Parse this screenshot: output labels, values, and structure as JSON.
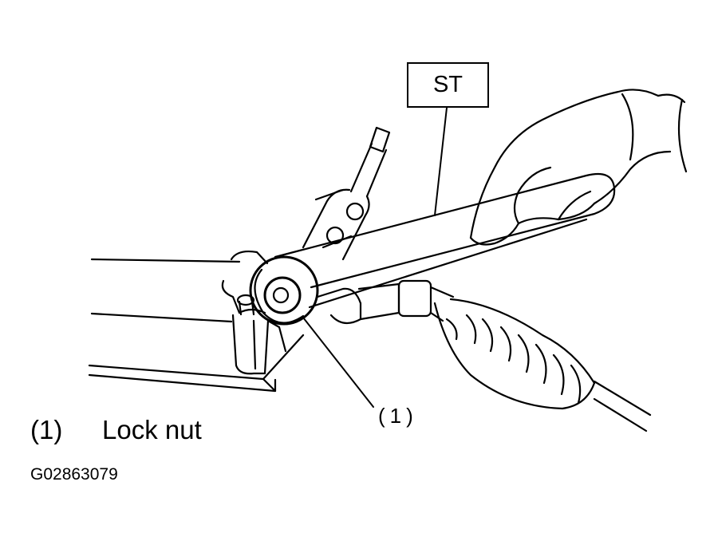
{
  "diagram": {
    "tool_label": "ST",
    "callout_number": "(1)",
    "legend": {
      "number": "(1)",
      "text": "Lock nut"
    },
    "figure_code": "G02863079"
  },
  "colors": {
    "line": "#000000",
    "background": "#ffffff"
  }
}
